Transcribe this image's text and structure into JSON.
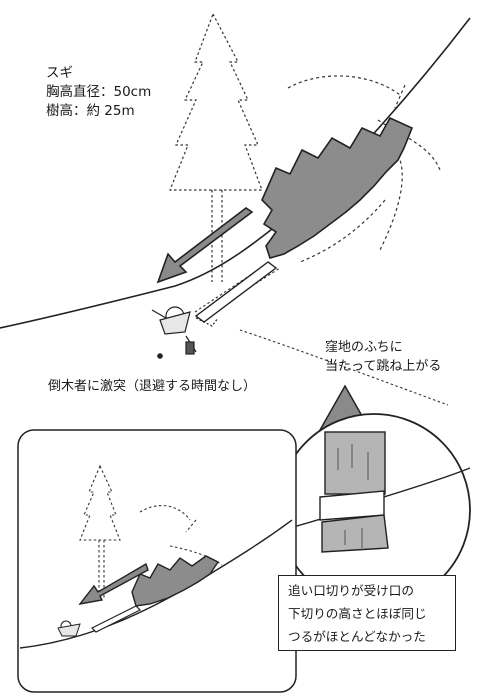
{
  "tree_info": {
    "species": "スギ",
    "diameter": "胸高直径：50cm",
    "height": "樹高：約 25m"
  },
  "labels": {
    "hollow_edge_line1": "窪地のふちに",
    "hollow_edge_line2": "当たって跳ね上がる",
    "feller_hit": "倒木者に激突（退避する時間なし）"
  },
  "cut_note": {
    "line1": "追い口切りが受け口の",
    "line2": "下切りの高さとほぼ同じ",
    "line3": "つるがほとんどなかった"
  },
  "colors": {
    "tree_fill": "#8c8c8c",
    "arrow_fill": "#8a8a8a",
    "stump_fill": "#b5b5b5",
    "line": "#222222"
  }
}
